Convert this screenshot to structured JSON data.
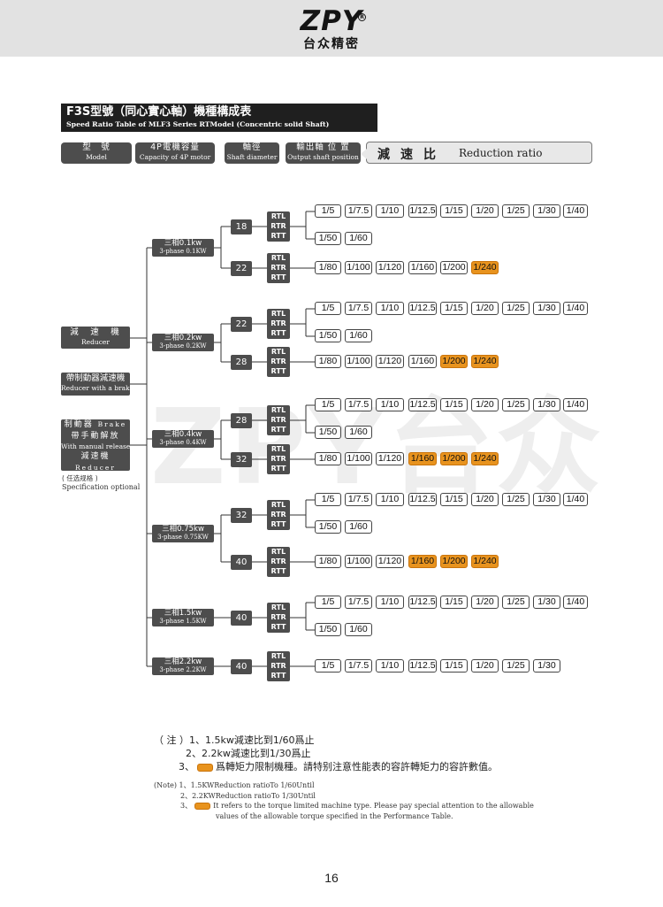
{
  "brand": {
    "logo_text": "ZPY",
    "registered_mark": "R",
    "chinese_name": "台众精密"
  },
  "watermark_text": "ZPY台众",
  "title": {
    "cn": "F3S型號（同心實心軸）機種構成表",
    "en": "Speed Ratio Table of MLF3 Series RTModel (Concentric solid Shaft)"
  },
  "column_headers": {
    "model": {
      "cn": "型　號",
      "en": "Model"
    },
    "motor": {
      "cn": "4P電機容量",
      "en": "Capacity of 4P motor"
    },
    "shaft": {
      "cn": "軸徑",
      "en": "Shaft diameter"
    },
    "position": {
      "cn": "輸出軸 位 置",
      "en": "Output shaft position"
    },
    "ratio": {
      "cn": "減速比",
      "en": "Reduction ratio"
    }
  },
  "model_types": [
    {
      "cn": "減　速　機",
      "en": "Reducer"
    },
    {
      "cn": "帶制動器減速機",
      "en": "Reducer with a brake"
    },
    {
      "cn_line1": "制動器",
      "en_line1": "Brake",
      "cn_line2": "帶手動解放",
      "en_line2": "With manual release",
      "cn_line3": "減速機",
      "en_line3": "Reducer"
    }
  ],
  "optional_note": {
    "cn": "( 任选规格 )",
    "en": "Specification optional"
  },
  "output_positions": [
    "RTL",
    "RTR",
    "RTT"
  ],
  "motor_groups": [
    {
      "cn": "三相0.1kw",
      "en": "3-phase 0.1KW",
      "shafts": [
        {
          "diameter": "18",
          "rows": [
            [
              "1/5",
              "1/7.5",
              "1/10",
              "1/12.5",
              "1/15",
              "1/20",
              "1/25",
              "1/30",
              "1/40"
            ],
            [
              "1/50",
              "1/60"
            ]
          ],
          "highlighted": []
        },
        {
          "diameter": "22",
          "rows": [
            [
              "1/80",
              "1/100",
              "1/120",
              "1/160",
              "1/200",
              "1/240"
            ]
          ],
          "highlighted": [
            "1/240"
          ]
        }
      ]
    },
    {
      "cn": "三相0.2kw",
      "en": "3-phase 0.2KW",
      "shafts": [
        {
          "diameter": "22",
          "rows": [
            [
              "1/5",
              "1/7.5",
              "1/10",
              "1/12.5",
              "1/15",
              "1/20",
              "1/25",
              "1/30",
              "1/40"
            ],
            [
              "1/50",
              "1/60"
            ]
          ],
          "highlighted": []
        },
        {
          "diameter": "28",
          "rows": [
            [
              "1/80",
              "1/100",
              "1/120",
              "1/160",
              "1/200",
              "1/240"
            ]
          ],
          "highlighted": [
            "1/200",
            "1/240"
          ]
        }
      ]
    },
    {
      "cn": "三相0.4kw",
      "en": "3-phase 0.4KW",
      "shafts": [
        {
          "diameter": "28",
          "rows": [
            [
              "1/5",
              "1/7.5",
              "1/10",
              "1/12.5",
              "1/15",
              "1/20",
              "1/25",
              "1/30",
              "1/40"
            ],
            [
              "1/50",
              "1/60"
            ]
          ],
          "highlighted": []
        },
        {
          "diameter": "32",
          "rows": [
            [
              "1/80",
              "1/100",
              "1/120",
              "1/160",
              "1/200",
              "1/240"
            ]
          ],
          "highlighted": [
            "1/160",
            "1/200",
            "1/240"
          ]
        }
      ]
    },
    {
      "cn": "三相0.75kw",
      "en": "3-phase 0.75KW",
      "shafts": [
        {
          "diameter": "32",
          "rows": [
            [
              "1/5",
              "1/7.5",
              "1/10",
              "1/12.5",
              "1/15",
              "1/20",
              "1/25",
              "1/30",
              "1/40"
            ],
            [
              "1/50",
              "1/60"
            ]
          ],
          "highlighted": []
        },
        {
          "diameter": "40",
          "rows": [
            [
              "1/80",
              "1/100",
              "1/120",
              "1/160",
              "1/200",
              "1/240"
            ]
          ],
          "highlighted": [
            "1/160",
            "1/200",
            "1/240"
          ]
        }
      ]
    },
    {
      "cn": "三相1.5kw",
      "en": "3-phase 1.5KW",
      "shafts": [
        {
          "diameter": "40",
          "rows": [
            [
              "1/5",
              "1/7.5",
              "1/10",
              "1/12.5",
              "1/15",
              "1/20",
              "1/25",
              "1/30",
              "1/40"
            ],
            [
              "1/50",
              "1/60"
            ]
          ],
          "highlighted": []
        }
      ]
    },
    {
      "cn": "三相2.2kw",
      "en": "3-phase 2.2KW",
      "shafts": [
        {
          "diameter": "40",
          "rows": [
            [
              "1/5",
              "1/7.5",
              "1/10",
              "1/12.5",
              "1/15",
              "1/20",
              "1/25",
              "1/30"
            ]
          ],
          "highlighted": []
        }
      ]
    }
  ],
  "notes_cn": {
    "line1": "（ 注 ）1、1.5kw減速比到1/60爲止",
    "line2": "2、2.2kw減速比到1/30爲止",
    "line3_prefix": "3、",
    "line3_text": "爲轉矩力限制機種。請特别注意性能表的容許轉矩力的容許數值。"
  },
  "notes_en": {
    "line1": "(Note) 1、1.5KWReduction ratioTo 1/60Until",
    "line2": "2、2.2KWReduction ratioTo 1/30Until",
    "line3_prefix": "3、",
    "line3_text": "It refers to the torque limited machine type. Please pay special attention to the allowable",
    "line4_text": "values of the allowable torque specified in the Performance Table."
  },
  "highlight_color": "#e8931e",
  "page_number": "16"
}
